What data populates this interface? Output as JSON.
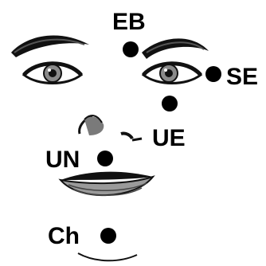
{
  "diagram": {
    "points": [
      {
        "id": "eb",
        "label": "EB"
      },
      {
        "id": "se",
        "label": "SE"
      },
      {
        "id": "ue",
        "label": "UE"
      },
      {
        "id": "un",
        "label": "UN"
      },
      {
        "id": "ch",
        "label": "Ch"
      }
    ]
  },
  "colors": {
    "ink": "#000000",
    "background": "#ffffff",
    "shade": "#7a7a7a"
  }
}
